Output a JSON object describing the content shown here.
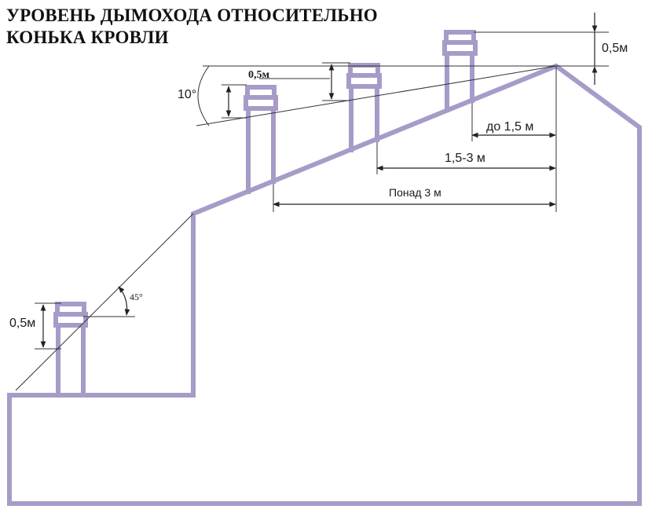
{
  "title": {
    "line1": "УРОВЕНЬ ДЫМОХОДА ОТНОСИТЕЛЬНО",
    "line2": "КОНЬКА КРОВЛИ"
  },
  "colors": {
    "house_outline": "#a79bc8",
    "dimension_lines": "#222222",
    "background": "#ffffff"
  },
  "labels": {
    "ridge_height": "0,5м",
    "ridge_angle": "10°",
    "chimney_near_height": "0,5м",
    "distance_up_to_1_5": "до 1,5 м",
    "distance_1_5_to_3": "1,5-3 м",
    "distance_over_3": "Понад 3 м",
    "lower_chimney_height": "0,5м",
    "lower_angle": "45°"
  }
}
